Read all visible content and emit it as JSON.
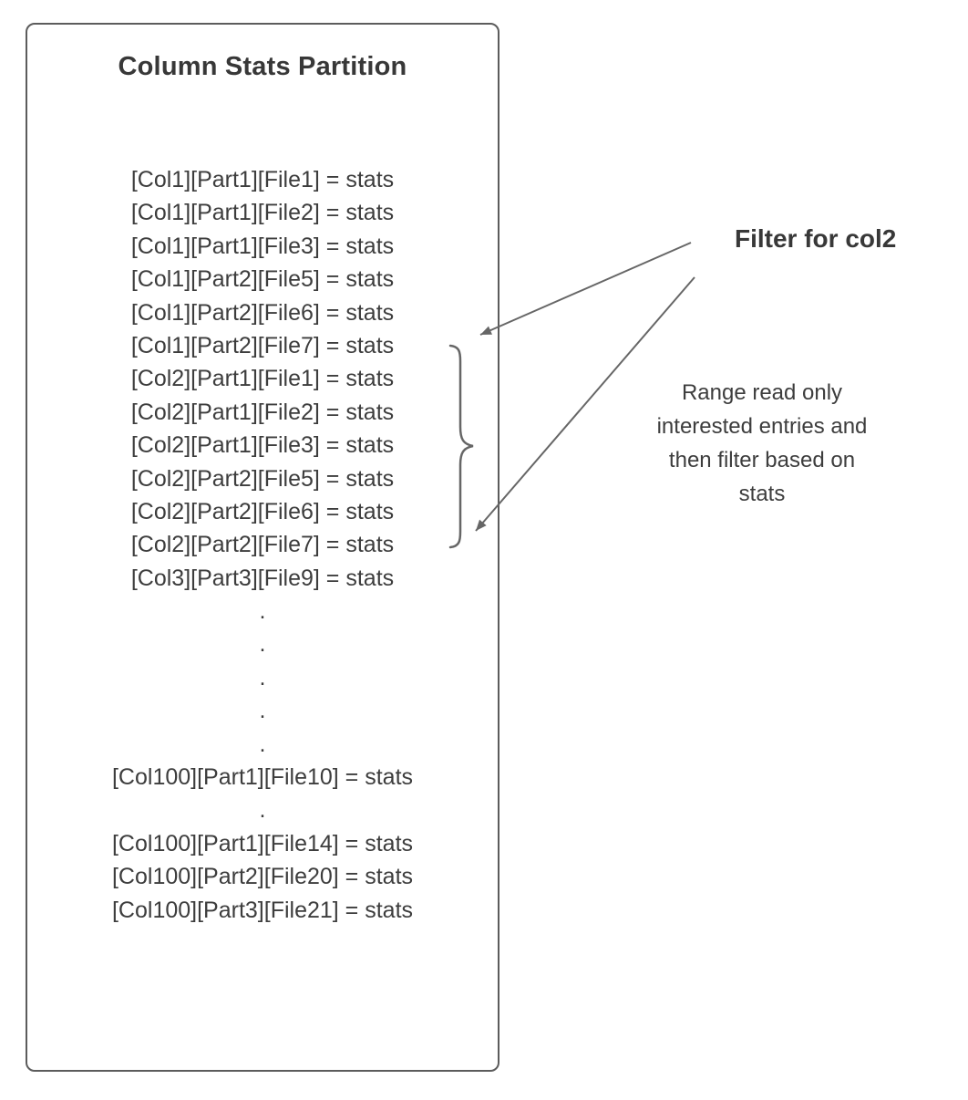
{
  "colors": {
    "text": "#3d3d3d",
    "box_border": "#5c5c5c",
    "arrow": "#666666",
    "background": "#ffffff"
  },
  "box": {
    "title": "Column Stats Partition",
    "lines": [
      "[Col1][Part1][File1] = stats",
      "[Col1][Part1][File2] = stats",
      "[Col1][Part1][File3] = stats",
      "[Col1][Part2][File5] = stats",
      "[Col1][Part2][File6] = stats",
      "[Col1][Part2][File7] = stats",
      "[Col2][Part1][File1] = stats",
      "[Col2][Part1][File2] = stats",
      "[Col2][Part1][File3] = stats",
      "[Col2][Part2][File5] = stats",
      "[Col2][Part2][File6] = stats",
      "[Col2][Part2][File7] = stats",
      "[Col3][Part3][File9] = stats",
      ".",
      ".",
      ".",
      ".",
      ".",
      "[Col100][Part1][File10] = stats",
      ".",
      "[Col100][Part1][File14] = stats",
      "[Col100][Part2][File20] = stats",
      "[Col100][Part3][File21] = stats"
    ]
  },
  "callout": {
    "heading": "Filter for col2",
    "note": "Range read only\ninterested entries and\nthen filter based on\nstats"
  }
}
